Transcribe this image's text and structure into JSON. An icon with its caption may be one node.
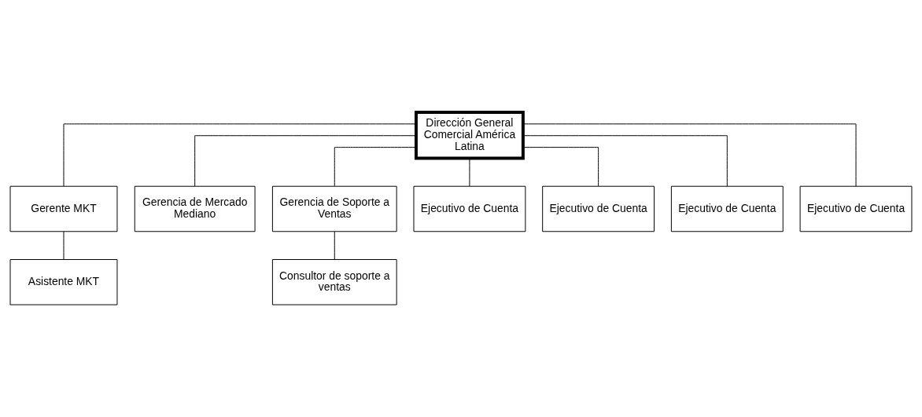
{
  "diagram": {
    "nodes": [
      {
        "text": [
          "Dirección General Comercial América Latina"
        ]
      },
      {
        "text": [
          "Gerente MKT"
        ]
      },
      {
        "text": [
          "Gerencia de Mercado Mediano"
        ]
      },
      {
        "text": [
          "Gerencia de Soporte a Ventas"
        ]
      },
      {
        "text": [
          "Ejecutivo de Cuenta"
        ]
      },
      {
        "text": [
          "Asistente MKT"
        ]
      },
      {
        "text": [
          "Consultor de soporte a ventas"
        ]
      },
      {
        "text": [
          "Ejecutivo de Cuenta"
        ]
      },
      {
        "text": [
          "Ejecutivo de Cuenta"
        ]
      },
      {
        "text": [
          "Ejecutivo de Cuenta"
        ]
      }
    ],
    "edges": [
      {
        "from": 0,
        "to": 1,
        "arrow": "none"
      },
      {
        "from": 0,
        "to": 2,
        "arrow": "none"
      },
      {
        "from": 0,
        "to": 3,
        "arrow": "none"
      },
      {
        "from": 0,
        "to": 4,
        "arrow": "none"
      },
      {
        "from": 0,
        "to": 7,
        "arrow": "none"
      },
      {
        "from": 0,
        "to": 8,
        "arrow": "none"
      },
      {
        "from": 0,
        "to": 9,
        "arrow": "none"
      },
      {
        "from": 1,
        "to": 5,
        "arrow": "none"
      },
      {
        "from": 3,
        "to": 6,
        "arrow": "none"
      }
    ]
  }
}
